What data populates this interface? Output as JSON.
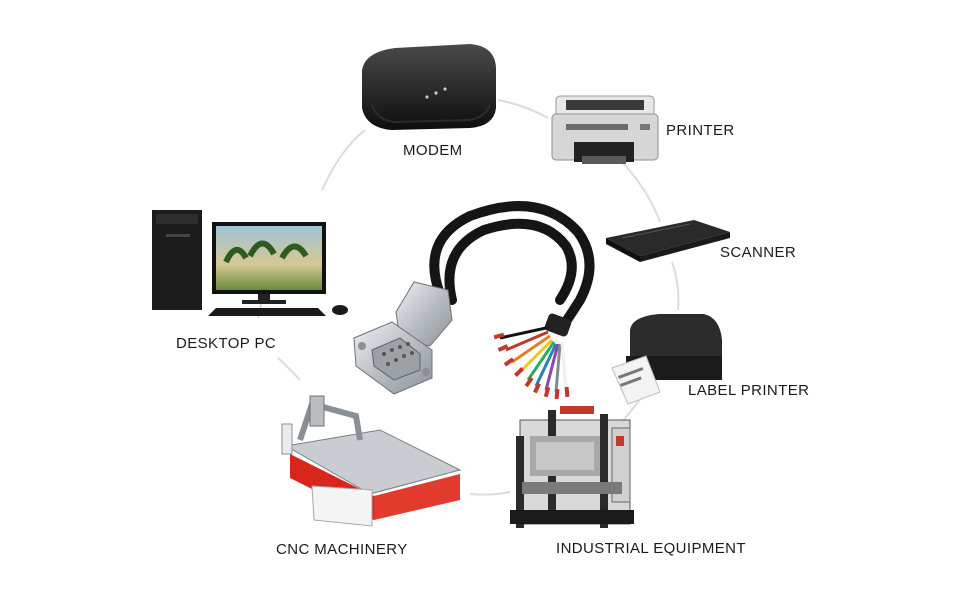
{
  "devices": [
    {
      "id": "modem",
      "label": "MODEM"
    },
    {
      "id": "printer",
      "label": "PRINTER"
    },
    {
      "id": "scanner",
      "label": "SCANNER"
    },
    {
      "id": "label_printer",
      "label": "LABEL PRINTER"
    },
    {
      "id": "industrial",
      "label": "INDUSTRIAL EQUIPMENT"
    },
    {
      "id": "cnc",
      "label": "CNC MACHINERY"
    },
    {
      "id": "desktop",
      "label": "DESKTOP PC"
    }
  ],
  "center": {
    "item": "db9-female-cable-with-open-wires"
  },
  "colors": {
    "background": "#ffffff",
    "ring": "#d9d9d9",
    "label_text": "#1a1a1a",
    "cable": "#151515",
    "connector_metal": "#c4c8cc",
    "cnc_accent": "#d9261c"
  }
}
